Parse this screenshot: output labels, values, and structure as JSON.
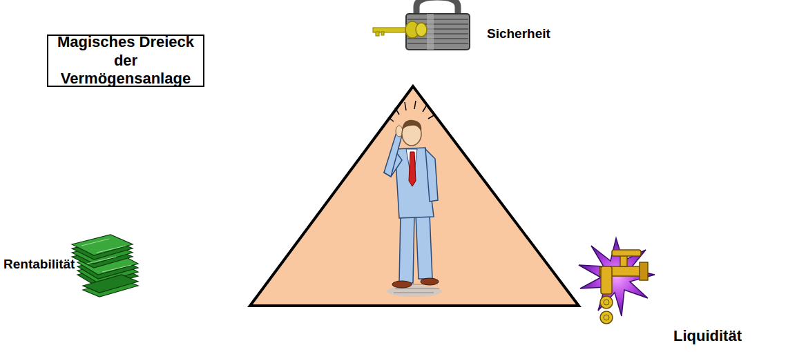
{
  "diagram": {
    "title": "Magisches Dreieck der Vermögensanlage",
    "labels": [
      "Sicherheit",
      "Rentabilität",
      "Liquidität"
    ]
  }
}
